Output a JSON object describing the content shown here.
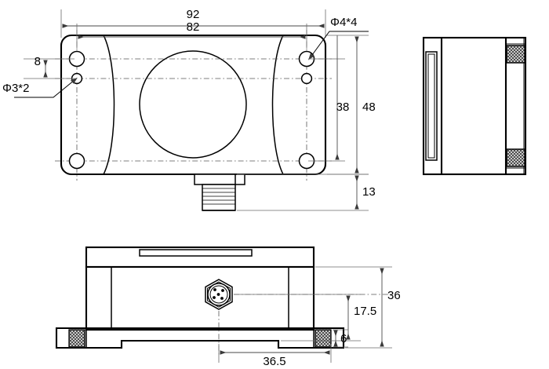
{
  "drawing": {
    "type": "mechanical-dimension-drawing",
    "units": "mm",
    "background_color": "#ffffff",
    "line_color": "#000000",
    "dimension_color": "#4a4a4a",
    "views": [
      {
        "name": "front-view",
        "description": "Front face of sensor housing with mounting plate, large central lens circle and threaded connector stub at bottom"
      },
      {
        "name": "side-view",
        "description": "Right side profile of the housing showing section hatching at the mounting ends"
      },
      {
        "name": "bottom-view",
        "description": "Bottom / rear elevation with circular multi-pin connector and mounting flange"
      }
    ]
  },
  "dimensions": {
    "front_overall_width": "92",
    "front_hole_pitch_width": "82",
    "small_hole_spacing": "8",
    "small_hole_callout": "Φ3*2",
    "large_hole_callout": "Φ4*4",
    "front_hole_pitch_height": "38",
    "front_overall_height": "48",
    "connector_stub_length": "13",
    "bottom_overall_height": "36",
    "connector_center_height": "17.5",
    "flange_thickness": "6",
    "connector_center_offset": "36.5"
  },
  "labels": [
    {
      "id": "dim-92",
      "text": "92",
      "view": "front-view",
      "kind": "linear-horizontal"
    },
    {
      "id": "dim-82",
      "text": "82",
      "view": "front-view",
      "kind": "linear-horizontal"
    },
    {
      "id": "dim-8",
      "text": "8",
      "view": "front-view",
      "kind": "linear-vertical"
    },
    {
      "id": "dim-phi3",
      "text": "Φ3*2",
      "view": "front-view",
      "kind": "hole-callout"
    },
    {
      "id": "dim-phi4",
      "text": "Φ4*4",
      "view": "front-view",
      "kind": "hole-callout"
    },
    {
      "id": "dim-38",
      "text": "38",
      "view": "front-view",
      "kind": "linear-vertical"
    },
    {
      "id": "dim-48",
      "text": "48",
      "view": "front-view",
      "kind": "linear-vertical"
    },
    {
      "id": "dim-13",
      "text": "13",
      "view": "front-view",
      "kind": "linear-vertical"
    },
    {
      "id": "dim-36",
      "text": "36",
      "view": "bottom-view",
      "kind": "linear-vertical"
    },
    {
      "id": "dim-175",
      "text": "17.5",
      "view": "bottom-view",
      "kind": "linear-vertical"
    },
    {
      "id": "dim-6",
      "text": "6",
      "view": "bottom-view",
      "kind": "linear-vertical"
    },
    {
      "id": "dim-365",
      "text": "36.5",
      "view": "bottom-view",
      "kind": "linear-horizontal"
    }
  ],
  "features": {
    "large_mounting_holes_count": 4,
    "small_mounting_holes_count": 2,
    "connector_pins_count": 5,
    "connector_shape": "hexagonal-nut-with-circular-insert"
  }
}
